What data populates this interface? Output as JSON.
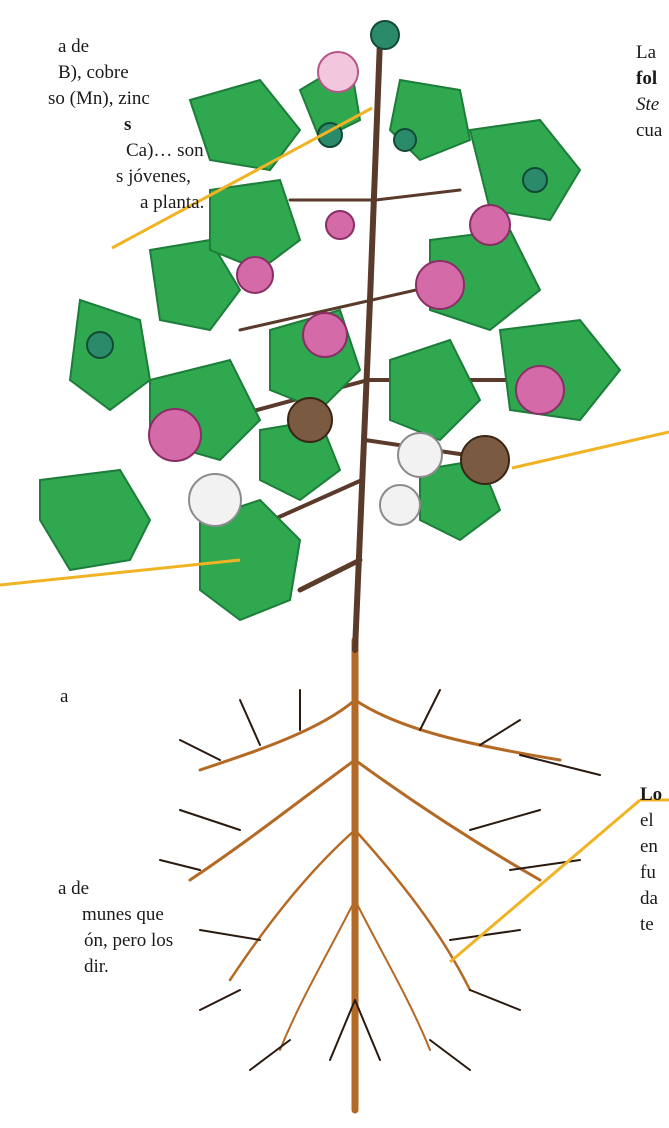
{
  "annotations": {
    "top_left": {
      "lines": [
        "a de",
        "B), cobre",
        "so (Mn), zinc",
        "s",
        "Ca)… son",
        "s jóvenes,",
        "a planta."
      ]
    },
    "mid_left": {
      "lines": [
        "a"
      ]
    },
    "bottom_left": {
      "lines": [
        "a de",
        "munes que",
        "ón, pero los",
        "dir."
      ]
    },
    "top_right": {
      "lines": [
        "La",
        "fol",
        "Ste",
        "cua"
      ]
    },
    "bottom_right": {
      "lines": [
        "Lo",
        "el",
        "en",
        "fu",
        "da",
        "te"
      ]
    }
  },
  "colors": {
    "leader_line": "#f0b323",
    "leaf": "#2fa84f",
    "leaf_dark": "#1d7d3a",
    "stem": "#5a3a2a",
    "root": "#c97a2a",
    "bud": "#d46aa8",
    "boll_open": "#f2f2f2",
    "boll_brown": "#7a5a40"
  }
}
